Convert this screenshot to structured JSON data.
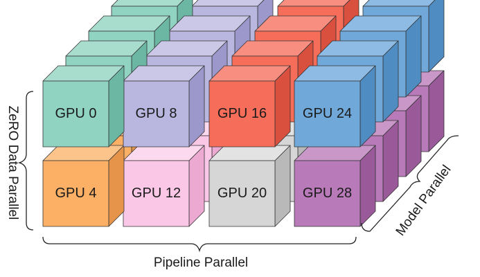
{
  "diagram": {
    "axis_labels": {
      "pipeline": "Pipeline Parallel",
      "zero_data": "ZeRO Data Parallel",
      "model": "Model Parallel"
    },
    "columns": [
      {
        "name": "col0",
        "colors": {
          "front": "#8fd3c0",
          "top": "#a8dccd",
          "side": "#6cb7a4"
        }
      },
      {
        "name": "col1",
        "colors": {
          "front": "#b9b6df",
          "top": "#cbc8e7",
          "side": "#9d98cc"
        }
      },
      {
        "name": "col2",
        "colors": {
          "front": "#f66e5a",
          "top": "#f88e7f",
          "side": "#d9503e"
        }
      },
      {
        "name": "col3",
        "colors": {
          "front": "#6fa8d9",
          "top": "#8ebbe3",
          "side": "#4e8cc2"
        }
      }
    ],
    "bottom_row_colors": [
      {
        "front": "#fbb065",
        "top": "#fcc48b",
        "side": "#e6944a"
      },
      {
        "front": "#fbc7e7",
        "top": "#fcd9ef",
        "side": "#ecaad3"
      },
      {
        "front": "#d6d6d6",
        "top": "#e3e3e3",
        "side": "#b9b9b9"
      },
      {
        "front": "#b87ab8",
        "top": "#c998c9",
        "side": "#9a5a9a"
      }
    ],
    "outline_color": "#333333",
    "gpu_labels": [
      {
        "text": "GPU 0",
        "row": "top",
        "col": 0
      },
      {
        "text": "GPU 8",
        "row": "top",
        "col": 1
      },
      {
        "text": "GPU 16",
        "row": "top",
        "col": 2
      },
      {
        "text": "GPU 24",
        "row": "top",
        "col": 3
      },
      {
        "text": "GPU 4",
        "row": "bottom",
        "col": 0
      },
      {
        "text": "GPU 12",
        "row": "bottom",
        "col": 1
      },
      {
        "text": "GPU 20",
        "row": "bottom",
        "col": 2
      },
      {
        "text": "GPU 28",
        "row": "bottom",
        "col": 3
      }
    ]
  }
}
